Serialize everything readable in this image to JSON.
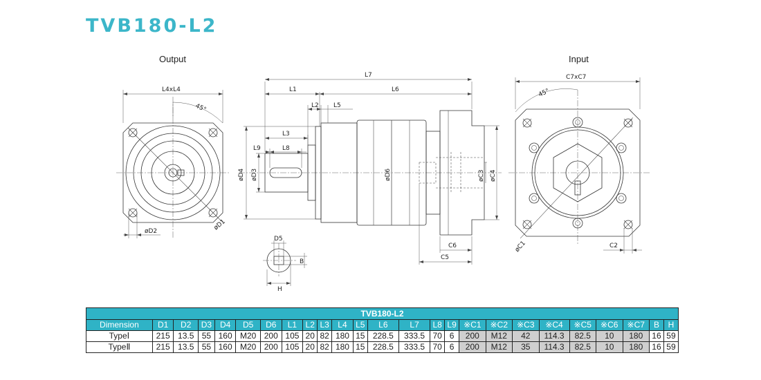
{
  "title": "TVB180-L2",
  "views": {
    "output_label": "Output",
    "input_label": "Input"
  },
  "dimension_labels": {
    "output_square": "L4xL4",
    "output_angle": "45°",
    "output_bolt_circle": "øD1",
    "output_hole": "øD2",
    "length_total": "L7",
    "length_l1": "L1",
    "length_l6": "L6",
    "length_l2": "L2",
    "length_l5": "L5",
    "length_l3": "L3",
    "length_l9": "L9",
    "length_l8": "L8",
    "dia_d4": "øD4",
    "dia_d3": "øD3",
    "dia_d6": "øD6",
    "dia_c3": "øC3",
    "dia_c4": "øC4",
    "length_c6": "C6",
    "length_c5": "C5",
    "key_d5": "D5",
    "key_b": "B",
    "key_h": "H",
    "input_square": "C7xC7",
    "input_angle": "45°",
    "input_bolt_circle": "øC1",
    "input_hole": "C2"
  },
  "table": {
    "caption": "TVB180-L2",
    "columns": [
      "Dimension",
      "D1",
      "D2",
      "D3",
      "D4",
      "D5",
      "D6",
      "L1",
      "L2",
      "L3",
      "L4",
      "L5",
      "L6",
      "L7",
      "L8",
      "L9",
      "※C1",
      "※C2",
      "※C3",
      "※C4",
      "※C5",
      "※C6",
      "※C7",
      "B",
      "H"
    ],
    "shaded_columns": [
      "※C1",
      "※C2",
      "※C3",
      "※C4",
      "※C5",
      "※C6",
      "※C7"
    ],
    "rows": [
      [
        "TypeⅠ",
        "215",
        "13.5",
        "55",
        "160",
        "M20",
        "200",
        "105",
        "20",
        "82",
        "180",
        "15",
        "228.5",
        "333.5",
        "70",
        "6",
        "200",
        "M12",
        "42",
        "114.3",
        "82.5",
        "10",
        "180",
        "16",
        "59"
      ],
      [
        "TypeⅡ",
        "215",
        "13.5",
        "55",
        "160",
        "M20",
        "200",
        "105",
        "20",
        "82",
        "180",
        "15",
        "228.5",
        "333.5",
        "70",
        "6",
        "200",
        "M12",
        "35",
        "114.3",
        "82.5",
        "10",
        "180",
        "16",
        "59"
      ]
    ]
  },
  "colors": {
    "accent": "#3cb6c9",
    "header_fill": "#2fb3c6",
    "shade": "#cfcfcf"
  }
}
